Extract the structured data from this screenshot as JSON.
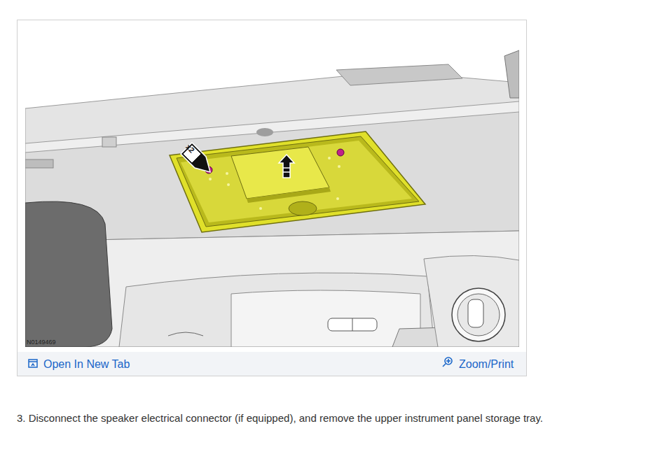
{
  "diagram": {
    "caption": "3. Disconnect the speaker electrical connector (if equipped), and remove the upper instrument panel storage tray.",
    "labels": [
      "x2",
      "N0149469",
      "Open In New Tab",
      "Zoom/Print"
    ]
  }
}
